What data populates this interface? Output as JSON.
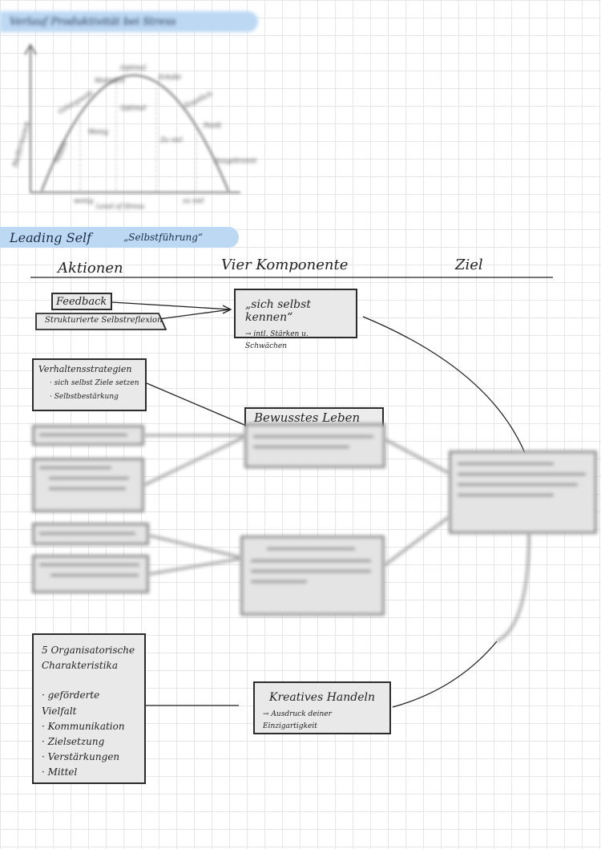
{
  "top_banner": {
    "text": "Verlauf Produktivität bei Stress"
  },
  "curve_chart": {
    "ylabel": "Performance",
    "labels": [
      "Inaktiv",
      "Gelangweilt",
      "Motiviert",
      "Optimal",
      "Erhöht",
      "Ängstlich",
      "Panik",
      "Ausgebrannt",
      "Wenig",
      "Optimal",
      "Zu viel"
    ],
    "xlabels": [
      "wenig",
      "Level of Stress",
      "zu viel"
    ]
  },
  "section_banner": {
    "title": "Leading Self",
    "subtitle": "„Selbstführung“"
  },
  "columns": {
    "actions": "Aktionen",
    "components": "Vier Komponente",
    "goal": "Ziel"
  },
  "actions": {
    "feedback": "Feedback",
    "reflexion": "Strukturierte Selbstreflexion",
    "verhaltens": {
      "title": "Verhaltensstrategien",
      "items": [
        "· sich selbst Ziele setzen",
        "· Selbstbestärkung"
      ]
    },
    "org": {
      "title": "5 Organisatorische Charakteristika",
      "items": [
        "· geförderte Vielfalt",
        "· Kommunikation",
        "· Zielsetzung",
        "· Verstärkungen",
        "· Mittel"
      ]
    }
  },
  "components": {
    "kennen": {
      "title": "„sich selbst kennen“",
      "sub": "→ intl. Stärken u. Schwächen"
    },
    "bewusstes": {
      "title": "Bewusstes Leben"
    },
    "kreatives": {
      "title": "Kreatives Handeln",
      "sub": "→ Ausdruck deiner Einzigartigkeit"
    }
  }
}
